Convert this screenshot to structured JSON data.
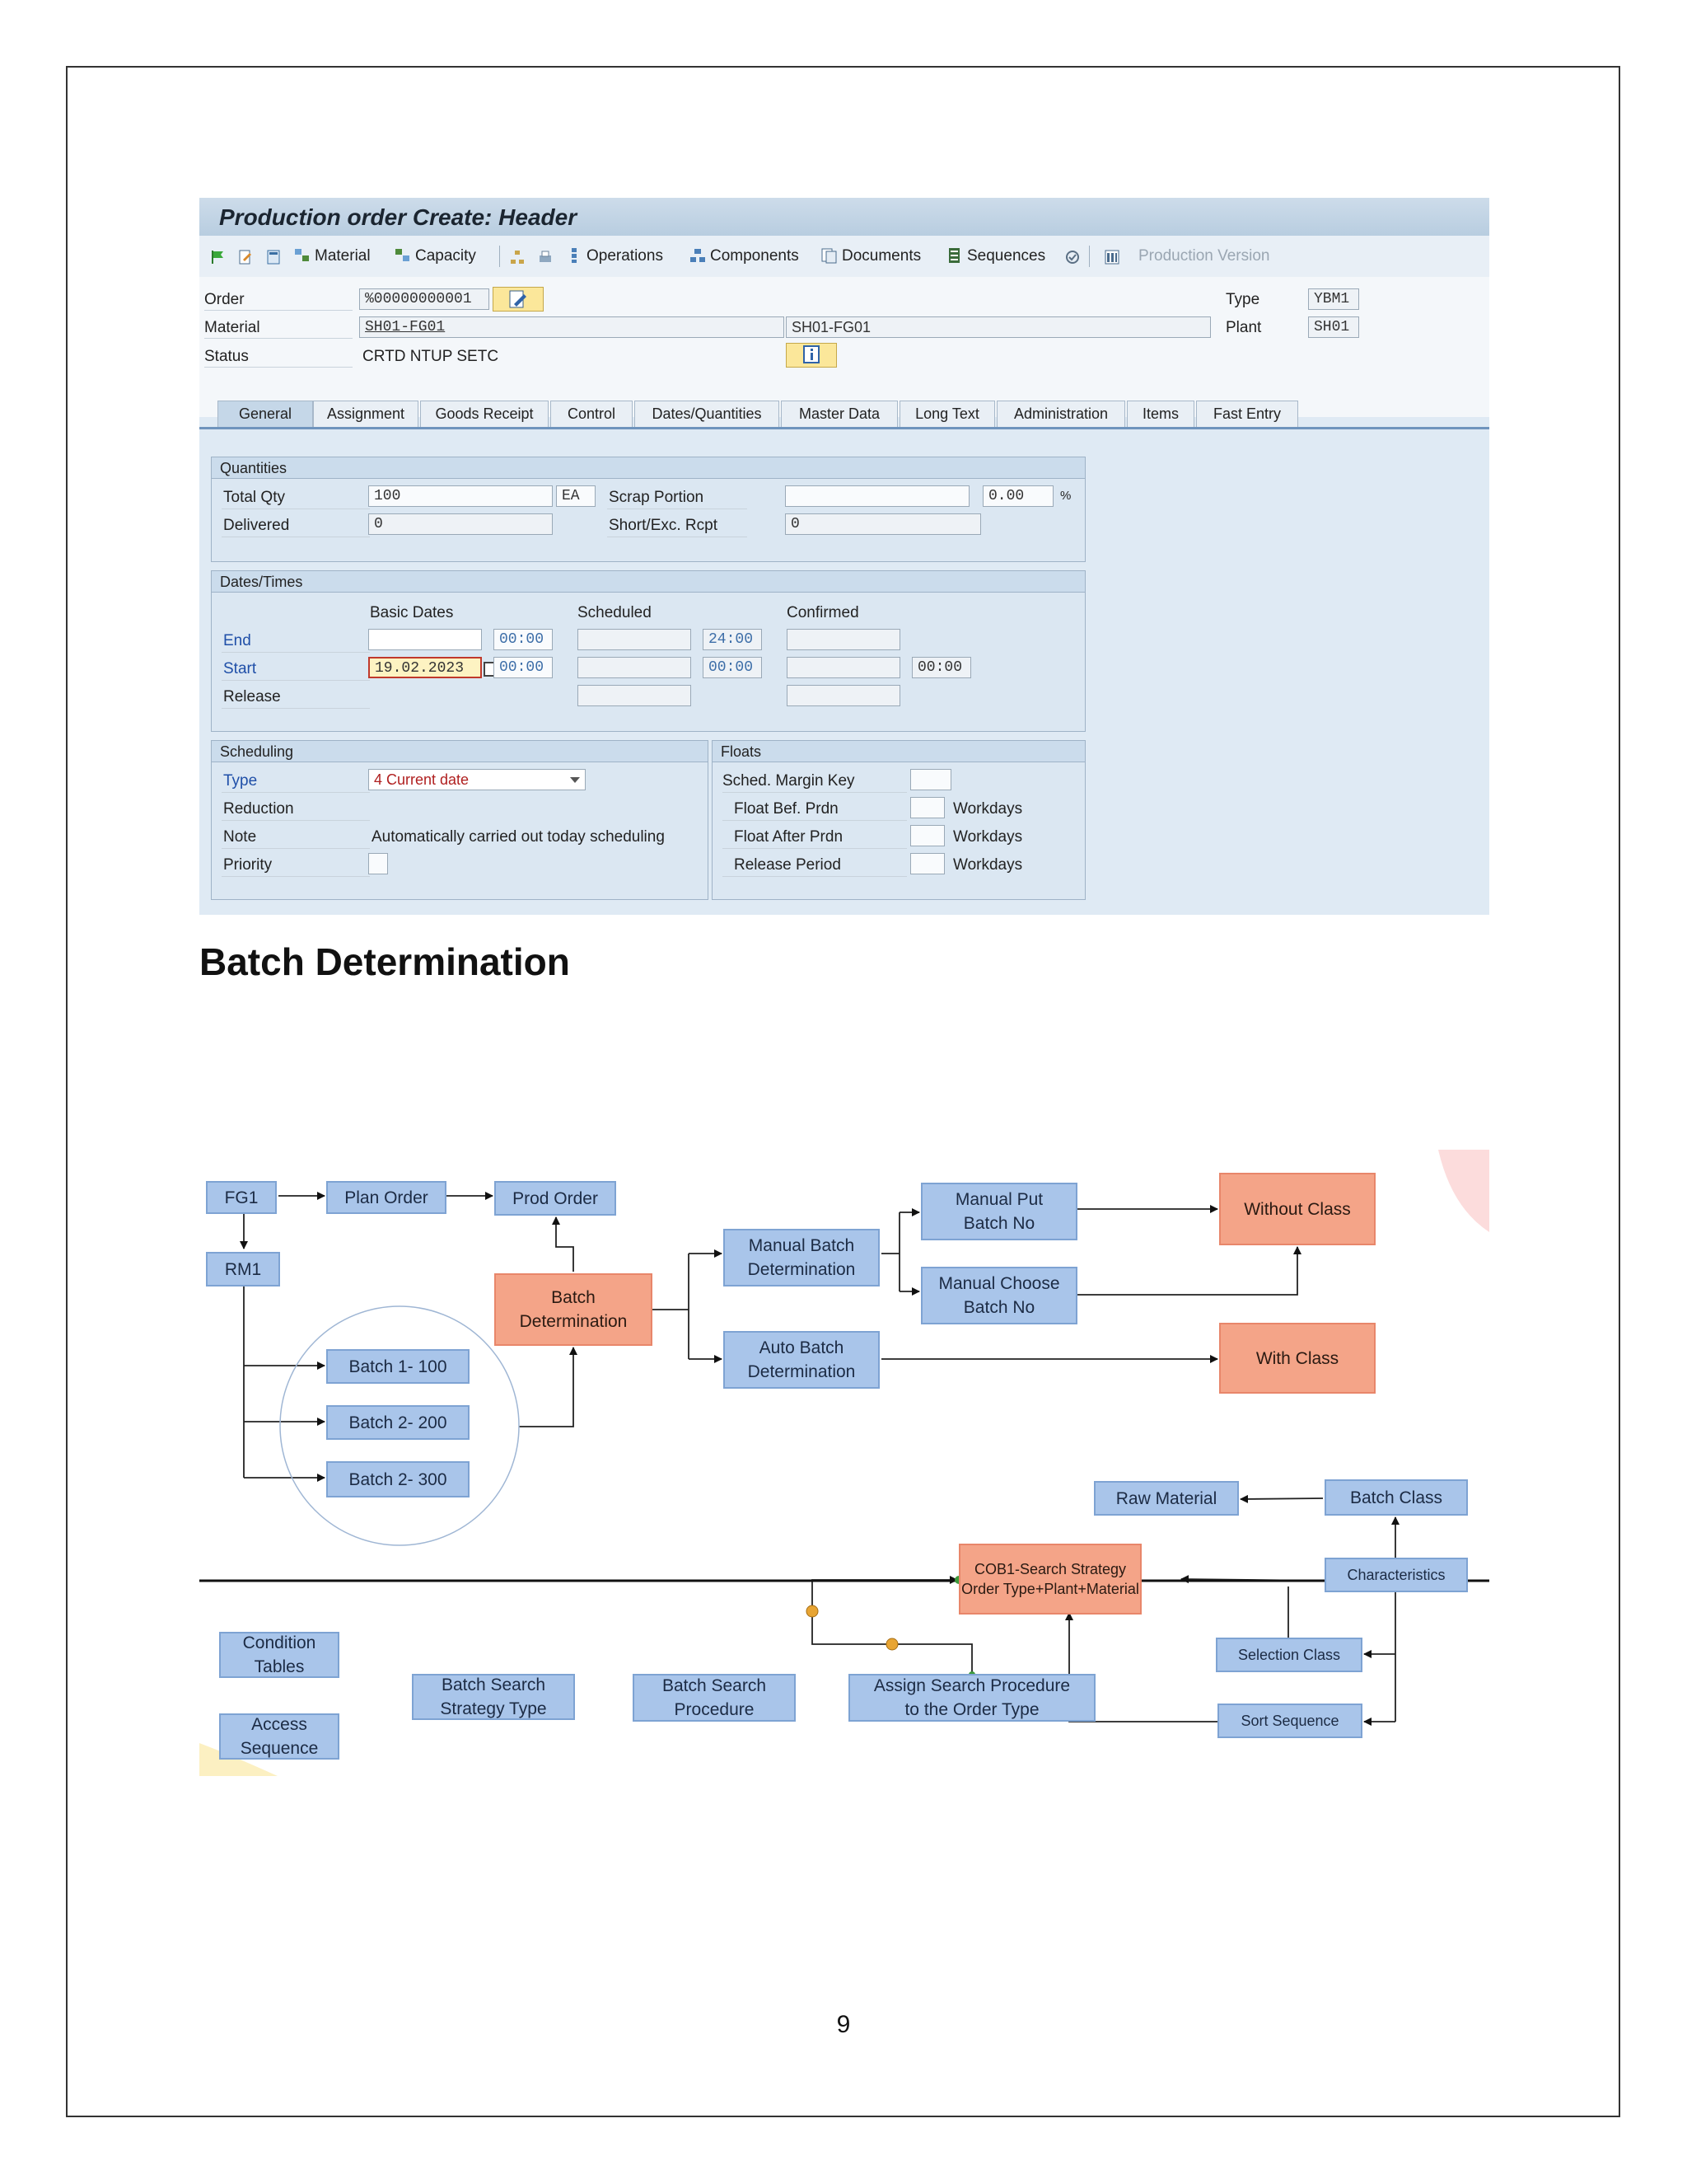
{
  "sap": {
    "title": "Production order Create: Header",
    "toolbar": {
      "material": "Material",
      "capacity": "Capacity",
      "operations": "Operations",
      "components": "Components",
      "documents": "Documents",
      "sequences": "Sequences",
      "production_version": "Production Version"
    },
    "header": {
      "order_label": "Order",
      "order_value": "%00000000001",
      "material_label": "Material",
      "material_value": "SH01-FG01",
      "material_desc": "SH01-FG01",
      "status_label": "Status",
      "status_value": "CRTD NTUP SETC",
      "type_label": "Type",
      "type_value": "YBM1",
      "plant_label": "Plant",
      "plant_value": "SH01"
    },
    "tabs": [
      "General",
      "Assignment",
      "Goods Receipt",
      "Control",
      "Dates/Quantities",
      "Master Data",
      "Long Text",
      "Administration",
      "Items",
      "Fast Entry"
    ],
    "active_tab": "General",
    "quantities": {
      "title": "Quantities",
      "total_qty_label": "Total Qty",
      "total_qty": "100",
      "unit": "EA",
      "scrap_label": "Scrap Portion",
      "scrap_value": "",
      "scrap_pct": "0.00",
      "pct_sign": "%",
      "delivered_label": "Delivered",
      "delivered": "0",
      "short_label": "Short/Exc. Rcpt",
      "short_value": "0"
    },
    "dates": {
      "title": "Dates/Times",
      "col_basic": "Basic Dates",
      "col_scheduled": "Scheduled",
      "col_confirmed": "Confirmed",
      "end_label": "End",
      "end_time": "00:00",
      "end_sched_time": "24:00",
      "start_label": "Start",
      "start_date": "19.02.2023",
      "start_time": "00:00",
      "start_sched_time": "00:00",
      "start_conf_time": "00:00",
      "release_label": "Release"
    },
    "scheduling": {
      "title": "Scheduling",
      "type_label": "Type",
      "type_value": "4 Current date",
      "reduction_label": "Reduction",
      "note_label": "Note",
      "note_value": "Automatically carried out today scheduling",
      "priority_label": "Priority"
    },
    "floats": {
      "title": "Floats",
      "margin_label": "Sched. Margin Key",
      "before_label": "Float Bef. Prdn",
      "after_label": "Float After Prdn",
      "release_label": "Release Period",
      "unit": "Workdays"
    }
  },
  "heading": "Batch Determination",
  "diagram": {
    "fg1": "FG1",
    "plan_order": "Plan Order",
    "prod_order": "Prod Order",
    "rm1": "RM1",
    "batch_det": "Batch\nDetermination",
    "manual_batch": "Manual Batch\nDetermination",
    "auto_batch": "Auto Batch\nDetermination",
    "manual_put": "Manual Put\nBatch No",
    "manual_choose": "Manual Choose\nBatch No",
    "without_class": "Without Class",
    "with_class": "With Class",
    "batch1": "Batch 1- 100",
    "batch2": "Batch 2- 200",
    "batch3": "Batch 2- 300",
    "raw_material": "Raw Material",
    "batch_class": "Batch Class",
    "cob1": "COB1-Search Strategy\nOrder Type+Plant+Material",
    "characteristics": "Characteristics",
    "condition_tables": "Condition\nTables",
    "access_sequence": "Access\nSequence",
    "strategy_type": "Batch Search\nStrategy Type",
    "procedure": "Batch Search\nProcedure",
    "assign_procedure": "Assign Search Procedure\nto the Order Type",
    "selection_class": "Selection Class",
    "sort_sequence": "Sort Sequence"
  },
  "page_number": "9"
}
